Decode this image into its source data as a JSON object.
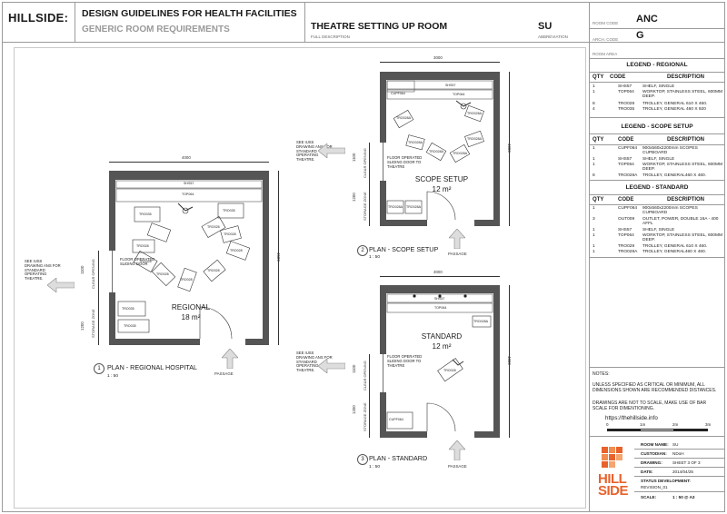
{
  "header": {
    "brand": "HILLSIDE:",
    "title": "DESIGN GUIDELINES FOR HEALTH FACILITIES",
    "subtitle": "GENERIC ROOM REQUIREMENTS",
    "room_name": "THEATRE SETTING UP ROOM",
    "room_name_caption": "FULL DESCRIPTION",
    "abbreviation": "SU",
    "abbreviation_caption": "ABBREVIATION",
    "room_code_label": "ROOM CODE",
    "room_code": "ANC",
    "arch_code_label": "ARCH. CODE",
    "arch_code": "G",
    "room_area_label": "ROOM AREA"
  },
  "legends": [
    {
      "title": "LEGEND - REGIONAL",
      "columns": [
        "QTY",
        "CODE",
        "DESCRIPTION"
      ],
      "rows": [
        [
          "1",
          "SHS57",
          "SHELF, SINGLE"
        ],
        [
          "1",
          "TOP064",
          "WORKTOP, STAINLESS STEEL, 600MM DEEP."
        ],
        [
          "8",
          "TRO028",
          "TROLLEY, GENERAL 610 X 460."
        ],
        [
          "4",
          "TRO035",
          "TROLLEY, GENERAL 460 X 920"
        ]
      ]
    },
    {
      "title": "LEGEND - SCOPE SETUP",
      "columns": [
        "QTY",
        "CODE",
        "DESCRIPTION"
      ],
      "rows": [
        [
          "1",
          "CUPF064",
          "900x560x2200mm SCOPES CUPBOARD"
        ],
        [
          "1",
          "SHS57",
          "SHELF, SINGLE"
        ],
        [
          "1",
          "TOP064",
          "WORKTOP, STAINLESS STEEL, 600MM DEEP."
        ],
        [
          "8",
          "TRO028A",
          "TROLLEY, GENERAL460 X 460."
        ]
      ]
    },
    {
      "title": "LEGEND - STANDARD",
      "columns": [
        "QTY",
        "CODE",
        "DESCRIPTION"
      ],
      "rows": [
        [
          "1",
          "CUPF064",
          "900x560x2200mm SCOPES CUPBOARD"
        ],
        [
          "3",
          "OUT009",
          "OUTLET, POWER, DOUBLE 16A - 400 AFFL"
        ],
        [
          "1",
          "SHS57",
          "SHELF, SINGLE"
        ],
        [
          "1",
          "TOP064",
          "WORKTOP, STAINLESS STEEL, 600MM DEEP."
        ],
        [
          "1",
          "TRO028",
          "TROLLEY, GENERAL 610 X 460."
        ],
        [
          "1",
          "TRO028A",
          "TROLLEY, GENERAL460 X 460."
        ]
      ]
    }
  ],
  "notes": {
    "heading": "NOTES:",
    "line1": "UNLESS SPECIFIED AS CRITICAL OR MINIMUM, ALL DIMENSIONS SHOWN ARE RECOMMENDED DISTANCES.",
    "line2": "DRAWINGS ARE NOT TO SCALE, MAKE USE OF BAR SCALE FOR DIMENTIONING.",
    "url": "https://thehillside.info"
  },
  "scale_bar": {
    "labels": [
      "0",
      "1m",
      "2m",
      "3m"
    ]
  },
  "title_block": {
    "rows": [
      {
        "label": "ROOM NAME:",
        "value": "SU"
      },
      {
        "label": "CUSTODIAN:",
        "value": "NDoH"
      },
      {
        "label": "DRAWING:",
        "value": "SHEET 3 OF 3"
      },
      {
        "label": "DATE:",
        "value": "2014/04/25"
      },
      {
        "label": "STATUS DEVELOPMENT:",
        "value": ""
      },
      {
        "label": "REVISION_01",
        "value": ""
      },
      {
        "label": "SCALE:",
        "value": "1 : 50 @ A3"
      }
    ],
    "logo_text": [
      "HILL",
      "SIDE"
    ],
    "logo_color": "#e8622c"
  },
  "plans": {
    "regional": {
      "number": "1",
      "title": "PLAN - REGIONAL HOSPITAL",
      "scale": "1 : 50",
      "room_name": "REGIONAL",
      "area": "18 m²",
      "width_dim": "4000",
      "height_dim": "4500",
      "clear_opening": "CLEAR OPENING",
      "storage_zone": "STORAGE ZONE",
      "dim_1100": "1100",
      "dim_1200": "1200",
      "door_note": "FLOOR OPERATED SLIDING DOOR",
      "side_note": "SEE IUSS DRAWING ANS FOR STANDARD OPERATING THEATRE.",
      "passage": "PASSAGE",
      "labels": {
        "shelf": "SHS57",
        "top": "TOP064",
        "t35a": "TRO035",
        "t35b": "TRO035",
        "t35c": "TRO035",
        "t35d": "TRO035",
        "t28": "TRO028"
      }
    },
    "scope": {
      "number": "2",
      "title": "PLAN - SCOPE SETUP",
      "scale": "1 : 50",
      "room_name": "SCOPE SETUP",
      "area": "12 m²",
      "width_dim": "3000",
      "height_dim": "4000",
      "clear_opening": "CLEAR OPENING",
      "storage_zone": "STORAGE ZONE",
      "dim_1100": "1100",
      "dim_1200": "1200",
      "door_note": "FLOOR OPERATED SLIDING DOOR TO THEATRE",
      "side_note": "SEE IUSS DRAWING ANS FOR STANDARD OPERATING THEATRE.",
      "passage": "PASSAGE",
      "labels": {
        "cup": "CUPF064",
        "shelf": "SHS57",
        "top": "TOP064",
        "t28a": "TRO028A"
      }
    },
    "standard": {
      "number": "3",
      "title": "PLAN - STANDARD",
      "scale": "1 : 50",
      "room_name": "STANDARD",
      "area": "12 m²",
      "width_dim": "3000",
      "height_dim": "4000",
      "clear_opening": "CLEAR OPENING",
      "storage_zone": "STORAGE ZONE",
      "dim_1100": "1100",
      "dim_1200": "1200",
      "door_note": "FLOOR OPERATED SLIDING DOOR TO THEATRE",
      "side_note": "SEE IUSS DRAWING ANS FOR STANDARD OPERATING THEATRE.",
      "passage": "PASSAGE",
      "labels": {
        "cup": "CUPF064",
        "shelf": "SHS57",
        "top": "TOP064",
        "t28": "TRO028",
        "t28a": "TRO028A"
      }
    }
  }
}
